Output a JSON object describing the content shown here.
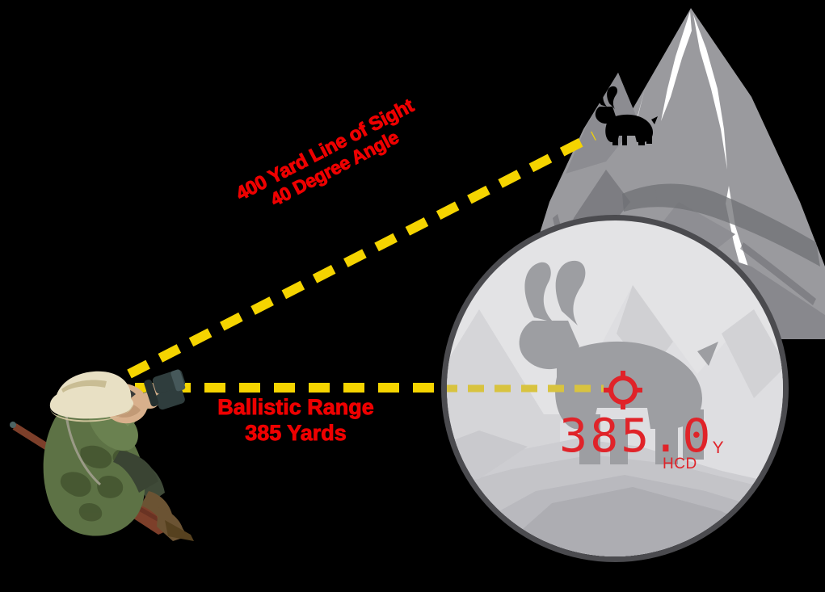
{
  "scene": {
    "title": "Ballistic rangefinder angle compensation illustration",
    "background_color": "#000000"
  },
  "line_of_sight_label": {
    "line1": "400 Yard Line of Sight",
    "line2": "40 Degree Angle",
    "color": "#ee0000",
    "rotation_degrees": -27.5
  },
  "ballistic_label": {
    "line1": "Ballistic Range",
    "line2": "385 Yards",
    "color": "#ee0000"
  },
  "rangefinder_display": {
    "value": "385.0",
    "unit": "Y",
    "mode": "HCD",
    "color": "#e02329"
  },
  "sight_lines": {
    "angled": {
      "name": "line-of-sight-dashes",
      "color": "#f5d400"
    },
    "horizontal": {
      "name": "ballistic-range-dashes",
      "color": "#f5d400"
    }
  },
  "colors": {
    "mountain_light": "#9a9a9e",
    "mountain_mid": "#86868b",
    "mountain_dark": "#6f7074",
    "snow": "#ffffff",
    "scope_ring": "#4b4b4f",
    "scope_interior": "#e3e3e5",
    "animal_silhouette": "#000000",
    "scope_animal": "#9d9ea2",
    "yellow_dash": "#f5d400",
    "red": "#ee0000",
    "jacket_green": "#5d7245",
    "jacket_green_dark": "#43543090",
    "hat_cream": "#e8e0c4",
    "skin": "#d8b08c",
    "boot_brown": "#6b5333",
    "rifle_wood": "#7d3f2a",
    "rifle_metal": "#5f7a7a"
  },
  "elements": {
    "hunter": "seated-hunter-with-rangefinder",
    "mountain": "rocky-peak-with-snow",
    "animal": "ibex-silhouette",
    "scope": "rangefinder-scope-view",
    "reticle": "circular-crosshair-reticle"
  }
}
